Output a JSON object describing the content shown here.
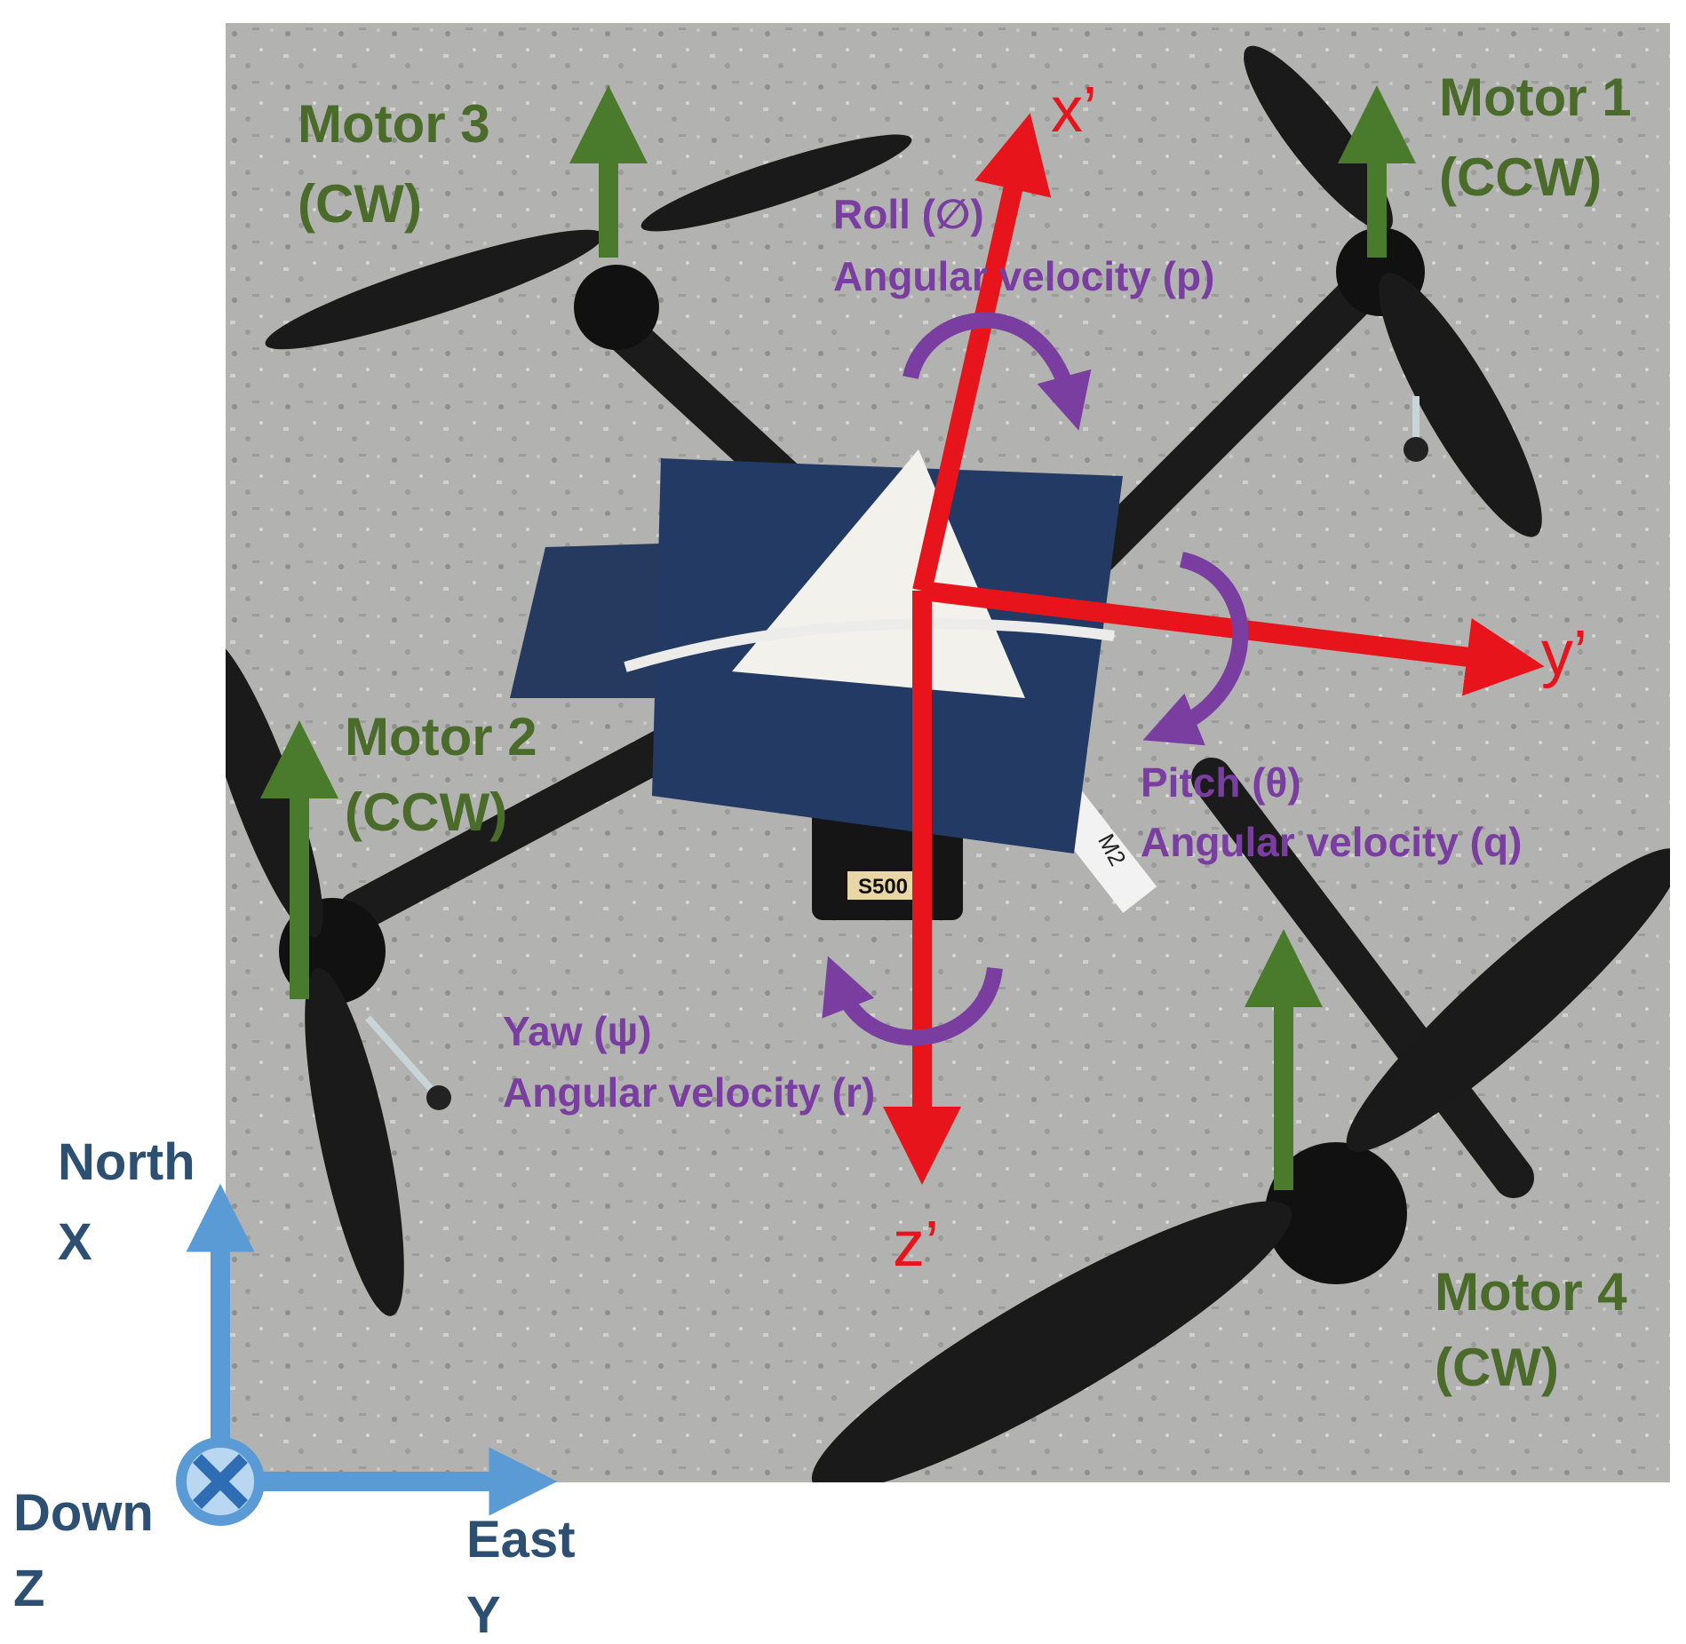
{
  "motors": {
    "motor1": {
      "name": "Motor 1",
      "dir": "(CCW)"
    },
    "motor2": {
      "name": "Motor 2",
      "dir": "(CCW)"
    },
    "motor3": {
      "name": "Motor 3",
      "dir": "(CW)"
    },
    "motor4": {
      "name": "Motor 4",
      "dir": "(CW)"
    }
  },
  "body_axes": {
    "x": "x’",
    "y": "y’",
    "z": "z’"
  },
  "rotations": {
    "roll": {
      "name": "Roll (∅)",
      "velocity": "Angular velocity (p)"
    },
    "pitch": {
      "name": "Pitch (θ)",
      "velocity": "Angular velocity (q)"
    },
    "yaw": {
      "name": "Yaw (ψ)",
      "velocity": "Angular velocity (r)"
    }
  },
  "ned_frame": {
    "north": "North",
    "north_axis": "X",
    "east": "East",
    "east_axis": "Y",
    "down": "Down",
    "down_axis": "Z"
  },
  "board": {
    "model": "S500",
    "tag": "M2"
  },
  "colors": {
    "thrust_arrow": "#4a7a2c",
    "body_axis": "#e8141b",
    "rotation": "#7a3ea0",
    "ned_arrow": "#5b9bd5",
    "ned_text": "#2c4f72",
    "motor_text": "#4a6b2a"
  }
}
